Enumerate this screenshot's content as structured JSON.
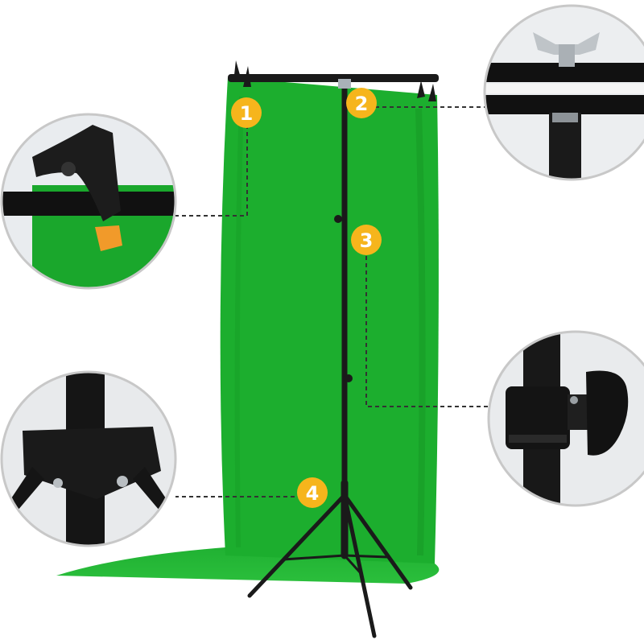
{
  "colors": {
    "background": "#ffffff",
    "backdrop": "#1cae2e",
    "backdrop_shadow": "#138a22",
    "stand": "#1a1a1a",
    "badge": "#f6b51c",
    "leader": "#333333",
    "clamp_tip": "#f19a2a",
    "inset_border": "#c8c8c8"
  },
  "badges": [
    "1",
    "2",
    "3",
    "4"
  ],
  "callouts": [
    {
      "badge": "1",
      "topic": "spring-clamp"
    },
    {
      "badge": "2",
      "topic": "crossbar-mount"
    },
    {
      "badge": "3",
      "topic": "height-lock-knob"
    },
    {
      "badge": "4",
      "topic": "tripod-base"
    }
  ]
}
